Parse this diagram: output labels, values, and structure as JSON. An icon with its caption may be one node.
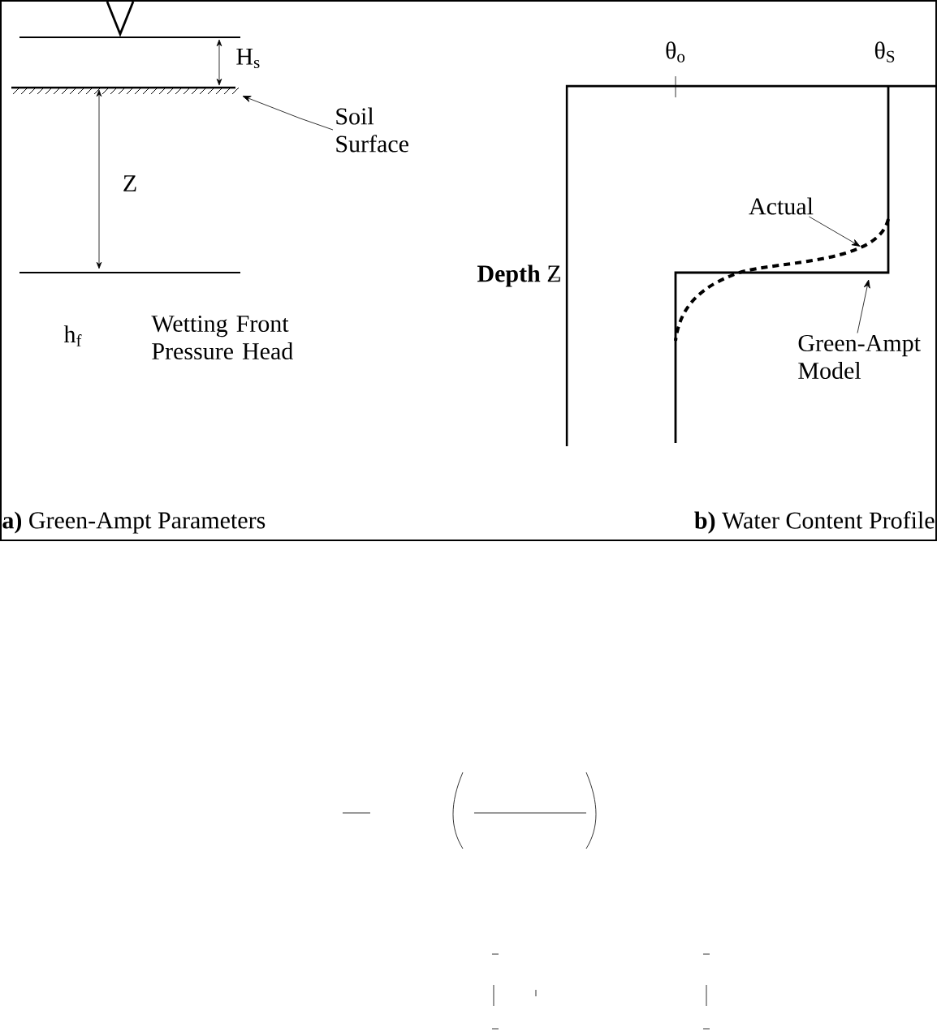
{
  "diagram": {
    "nodes": [
      {
        "text": [
          "Soil Surface"
        ]
      },
      {
        "text": [
          "Actual"
        ]
      },
      {
        "text": [
          "Green-Ampt Model"
        ]
      }
    ],
    "edges": [
      {
        "from": 0,
        "to": null,
        "arrow": "to"
      },
      {
        "from": 1,
        "to": null,
        "arrow": "to"
      },
      {
        "from": 2,
        "to": null,
        "arrow": "to"
      }
    ],
    "labels": [
      "H$_{s}$",
      "Z",
      "h$_{f}$",
      "Wetting Front Pressure Head",
      "θ$_{o}$",
      "θ$_{S}$",
      "**Depth** Z",
      "**a)** Green-Ampt Parameters",
      "**b)** Water Content Profile"
    ]
  }
}
